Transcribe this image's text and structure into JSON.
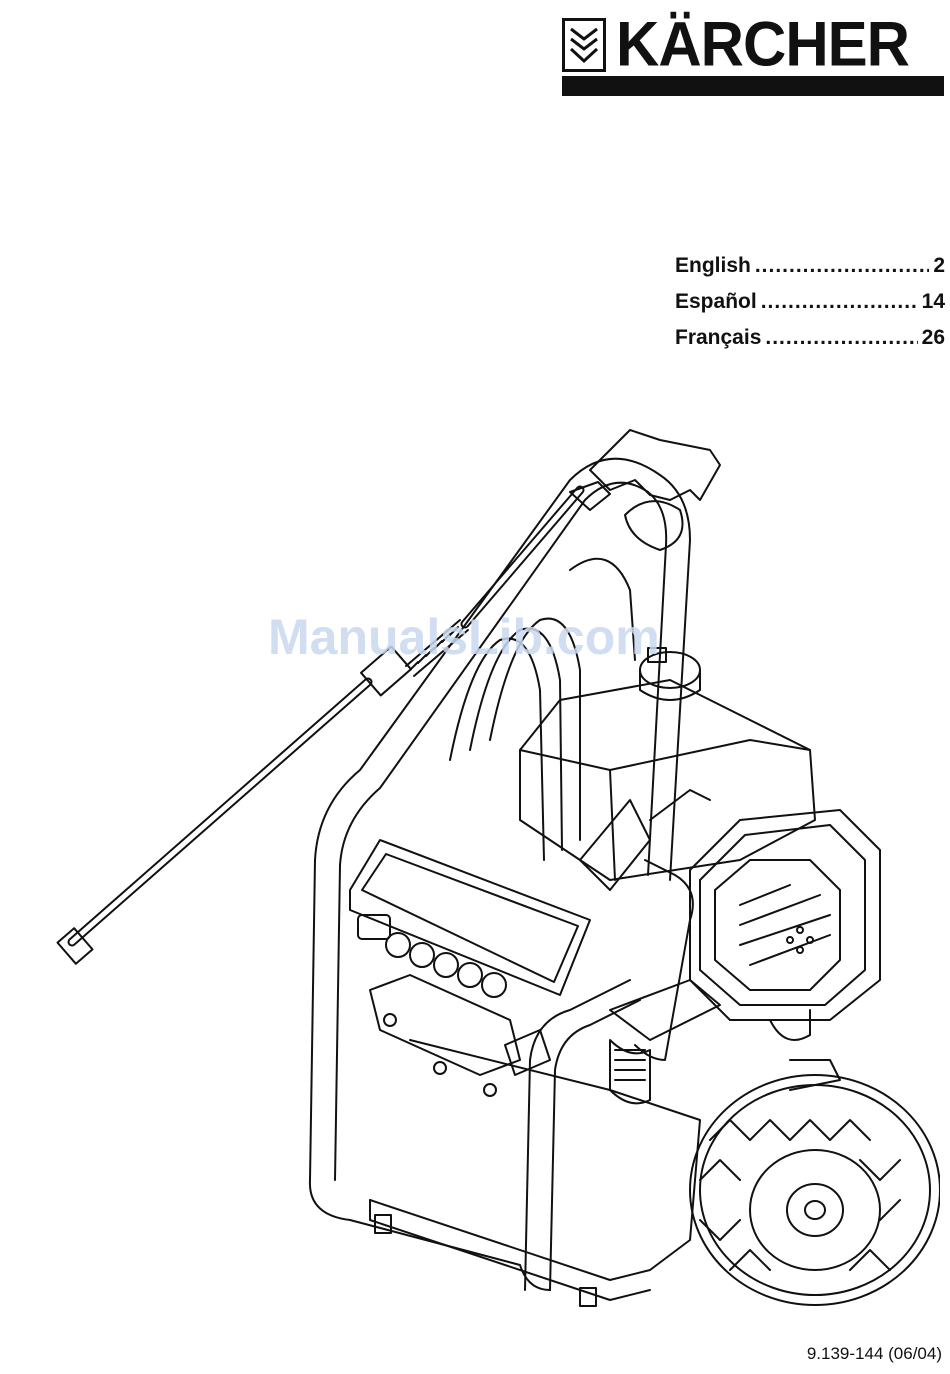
{
  "brand": {
    "name": "KÄRCHER",
    "logo_icon": "triple-chevron-logo-icon"
  },
  "toc": [
    {
      "label": "English",
      "page": "2"
    },
    {
      "label": "Español",
      "page": "14"
    },
    {
      "label": "Français",
      "page": "26"
    }
  ],
  "watermark": "ManualsLib.com",
  "document_number": "9.139-144 (06/04)"
}
